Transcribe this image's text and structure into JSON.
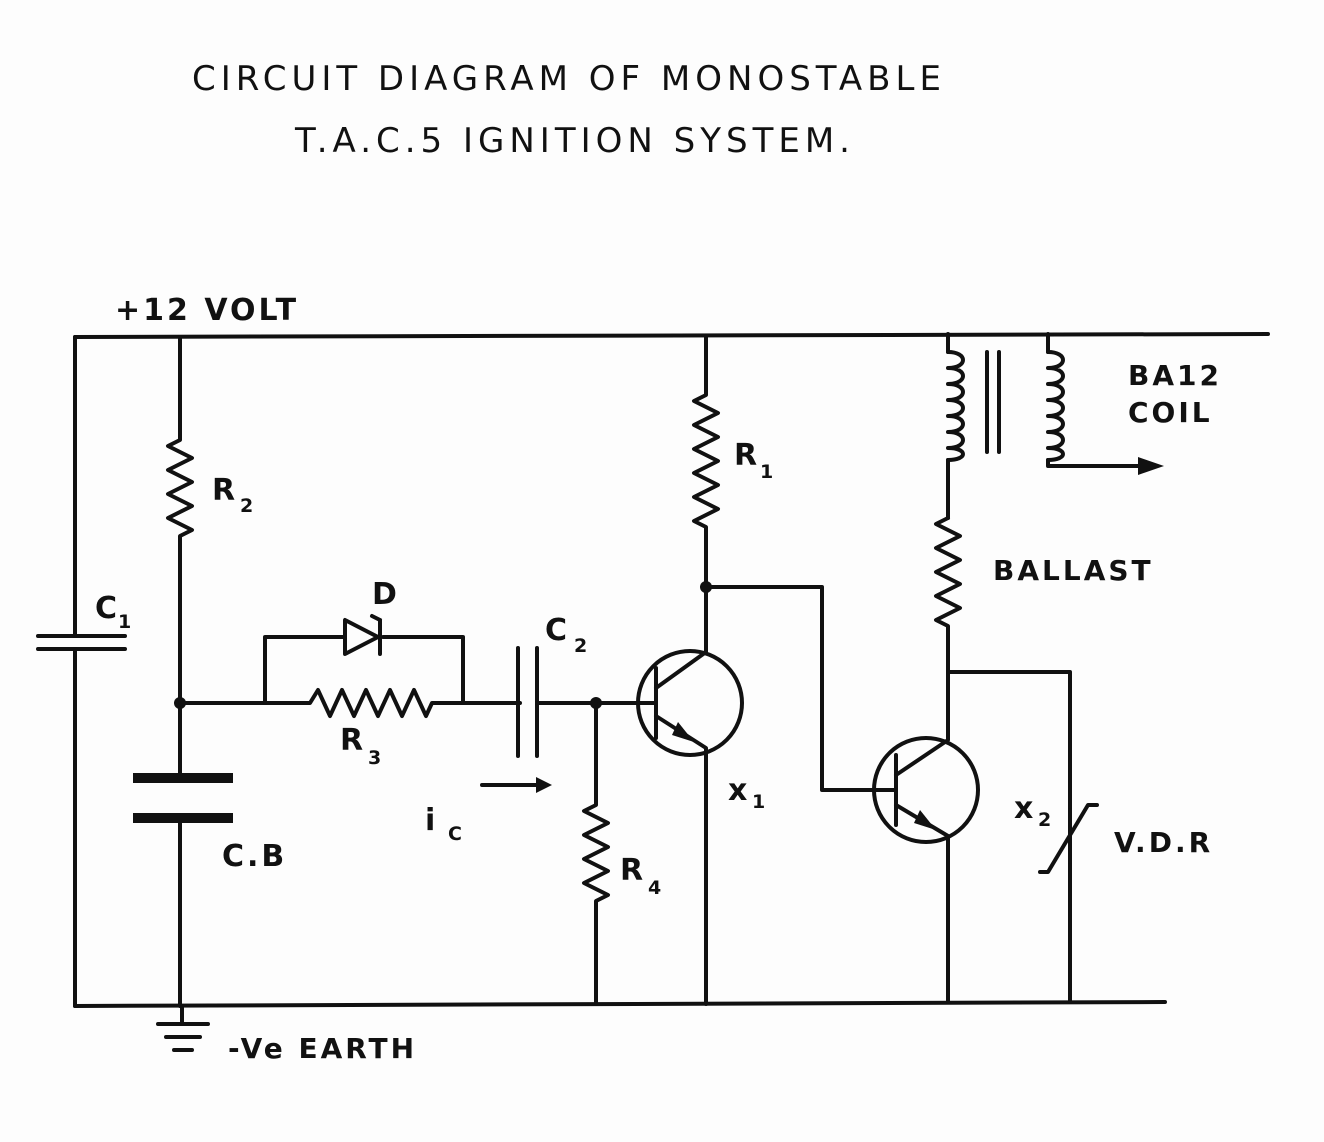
{
  "title": {
    "line1": "CIRCUIT DIAGRAM OF MONOSTABLE",
    "line2": "T.A.C.5 IGNITION SYSTEM."
  },
  "labels": {
    "supply": "+12 VOLT",
    "earth": "-Ve EARTH",
    "c1": "C",
    "c1_sub": "1",
    "r2": "R",
    "r2_sub": "2",
    "cb": "C.B",
    "d": "D",
    "r3": "R",
    "r3_sub": "3",
    "c2": "C",
    "c2_sub": "2",
    "ic": "i",
    "ic_sub": "C",
    "r4": "R",
    "r4_sub": "4",
    "r1": "R",
    "r1_sub": "1",
    "x1": "x",
    "x1_sub": "1",
    "x2": "x",
    "x2_sub": "2",
    "ballast": "BALLAST",
    "coil_line1": "BA12",
    "coil_line2": "COIL",
    "vdr": "V.D.R"
  }
}
